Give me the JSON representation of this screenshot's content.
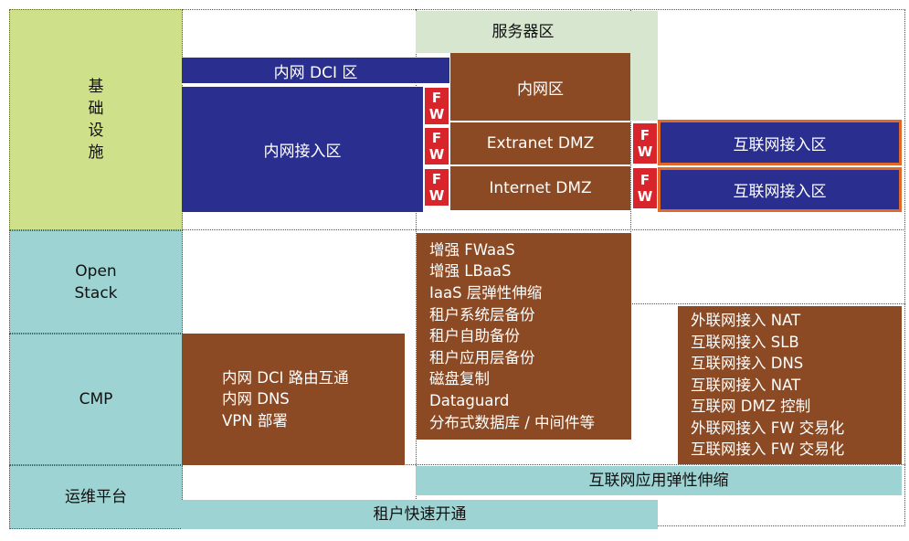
{
  "layers": {
    "infrastructure": [
      "基",
      "础",
      "设",
      "施"
    ],
    "openstack": [
      "Open",
      "Stack"
    ],
    "cmp": "CMP",
    "ops": "运维平台"
  },
  "infra": {
    "server_zone": "服务器区",
    "intranet_dci": "内网 DCI 区",
    "intranet_access": "内网接入区",
    "intranet_zone": "内网区",
    "extranet_dmz": "Extranet DMZ",
    "internet_dmz": "Internet DMZ",
    "internet_access_1": "互联网接入区",
    "internet_access_2": "互联网接入区",
    "fw": [
      "F",
      "W"
    ]
  },
  "openstack_services": [
    "增强 FWaaS",
    "增强 LBaaS",
    "IaaS 层弹性伸缩",
    "租户系统层备份",
    "租户自助备份",
    "租户应用层备份",
    "磁盘复制",
    "Dataguard",
    "分布式数据库 / 中间件等"
  ],
  "cmp_intranet": [
    "内网 DCI 路由互通",
    "内网 DNS",
    "VPN 部署"
  ],
  "cmp_internet": [
    "外联网接入 NAT",
    "互联网接入 SLB",
    "互联网接入 DNS",
    "互联网接入 NAT",
    "互联网 DMZ 控制",
    "外联网接入 FW 交易化",
    "互联网接入 FW 交易化"
  ],
  "ops": {
    "elastic": "互联网应用弹性伸缩",
    "tenant_open": "租户快速开通"
  }
}
